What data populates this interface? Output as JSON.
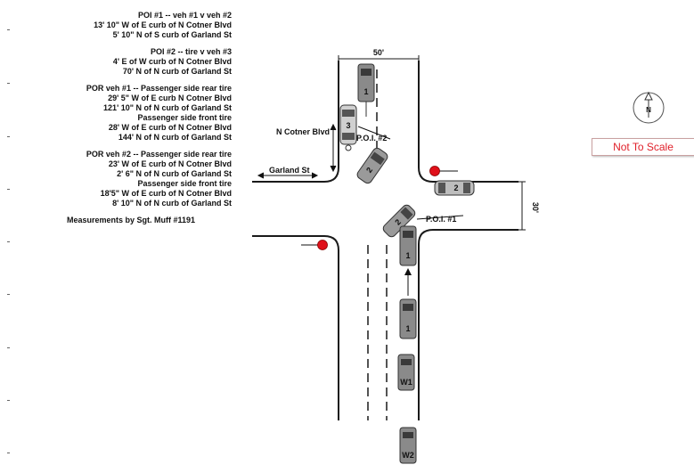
{
  "notes": {
    "poi1_title": "POI #1 -- veh #1 v veh #2",
    "poi1_line1": "13' 10\" W of E curb of N Cotner Blvd",
    "poi1_line2": "5' 10\" N of S curb of Garland St",
    "poi2_title": "POI #2 -- tire v veh #3",
    "poi2_line1": "4' E of W curb of N Cotner Blvd",
    "poi2_line2": "70' N of N curb of Garland St",
    "por1_title": "POR veh #1 -- Passenger side rear tire",
    "por1_line1": "29' 5\" W of E curb N Cotner Blvd",
    "por1_line2": "121' 10\" N of N curb of Garland St",
    "por1_line3": "Passenger side front tire",
    "por1_line4": "28' W of E curb of N Cotner Blvd",
    "por1_line5": "144' N of N curb of Garland St",
    "por2_title": "POR veh #2 -- Passenger side rear tire",
    "por2_line1": "23' W of E curb of N Cotner Blvd",
    "por2_line2": "2' 6\" N of N curb of Garland St",
    "por2_line3": "Passenger side front tire",
    "por2_line4": "18'5\" W of E curb of N Cotner Blvd",
    "por2_line5": "8' 10\" N of N curb of Garland St",
    "credit": "Measurements by Sgt. Muff #1191"
  },
  "labels": {
    "width_top": "50'",
    "width_right": "30'",
    "street_ns": "N Cotner Blvd",
    "street_ew": "Garland St",
    "poi1": "P.O.I. #1",
    "poi2": "P.O.I. #2",
    "north": "N",
    "not_to_scale": "Not To Scale"
  },
  "vehicles": {
    "v1_final": "1",
    "v3": "3",
    "v2_final": "2",
    "v2_east": "2",
    "v2_impact": "2",
    "v1_impact": "1",
    "v1_approach": "1",
    "w1": "W1",
    "w2": "W2"
  },
  "colors": {
    "road_line": "#1a1a1a",
    "vehicle_body": "#8a8a8a",
    "vehicle_dark": "#3a3a3a",
    "signal": "#e0101a",
    "nts_text": "#e0202a"
  }
}
